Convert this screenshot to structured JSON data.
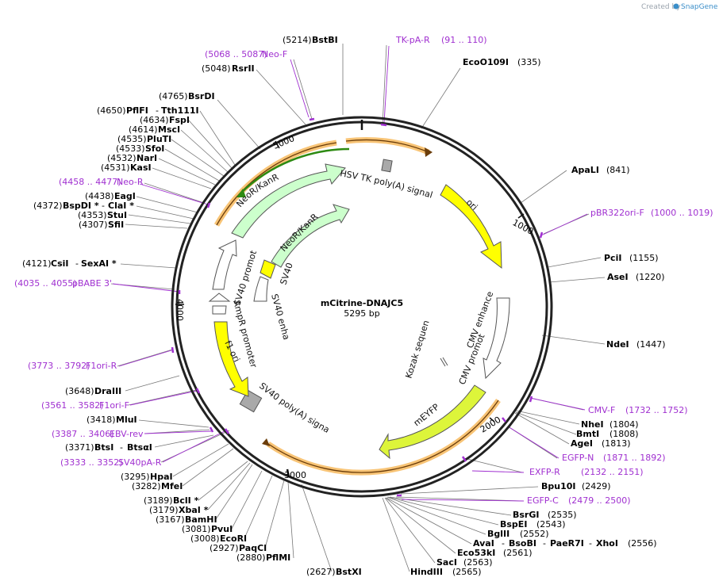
{
  "watermark": {
    "prefix": "Created by",
    "brand": "SnapGene"
  },
  "plasmid": {
    "name": "mCitrine-DNAJC5",
    "size": "5295 bp"
  },
  "ticks": [
    "1000",
    "2000",
    "3000",
    "4000",
    "5000"
  ],
  "features": [
    {
      "label": "HSV TK poly(A) signal"
    },
    {
      "label": "ori"
    },
    {
      "label": "CMV enhancer"
    },
    {
      "label": "CMV promoter"
    },
    {
      "label": "Kozak sequence"
    },
    {
      "label": "mEYFP"
    },
    {
      "label": "SV40 poly(A) signal"
    },
    {
      "label": "f1 ori"
    },
    {
      "label": "AmpR promoter"
    },
    {
      "label": "SV40 enhancer"
    },
    {
      "label": "SV40 ori"
    },
    {
      "label": "SV40 promoter"
    },
    {
      "label": "NeoR/KanR"
    },
    {
      "label": "NeoR/KanR"
    }
  ],
  "sites": {
    "bstbi": {
      "pos": "(5214)",
      "name": "BstBI"
    },
    "neof": {
      "pos": "(5068 .. 5087)",
      "name": "Neo-F"
    },
    "rsrii": {
      "pos": "(5048)",
      "name": "RsrII"
    },
    "tkpa": {
      "name": "TK-pA-R",
      "pos": "(91 .. 110)"
    },
    "eco0109": {
      "name": "EcoO109I",
      "pos": "(335)"
    },
    "bsrdi": {
      "pos": "(4765)",
      "name": "BsrDI"
    },
    "pflfi": {
      "pos": "(4650)",
      "name": "PflFI",
      "name2": "Tth111I"
    },
    "fspi": {
      "pos": "(4634)",
      "name": "FspI"
    },
    "msci": {
      "pos": "(4614)",
      "name": "MscI"
    },
    "pluti": {
      "pos": "(4535)",
      "name": "PluTI"
    },
    "sfoi": {
      "pos": "(4533)",
      "name": "SfoI"
    },
    "nari": {
      "pos": "(4532)",
      "name": "NarI"
    },
    "kasi": {
      "pos": "(4531)",
      "name": "KasI"
    },
    "neor": {
      "pos": "(4458 .. 4477)",
      "name": "Neo-R"
    },
    "eagi": {
      "pos": "(4438)",
      "name": "EagI"
    },
    "bspdi": {
      "pos": "(4372)",
      "name": "BspDI *",
      "name2": "ClaI *"
    },
    "stui": {
      "pos": "(4353)",
      "name": "StuI"
    },
    "sfii": {
      "pos": "(4307)",
      "name": "SfiI"
    },
    "apali": {
      "name": "ApaLI",
      "pos": "(841)"
    },
    "pbr322": {
      "name": "pBR322ori-F",
      "pos": "(1000 .. 1019)"
    },
    "csii": {
      "pos": "(4121)",
      "name": "CsiI",
      "name2": "SexAI *"
    },
    "pbabe": {
      "pos": "(4035 .. 4055)",
      "name": "pBABE 3'"
    },
    "pcii": {
      "name": "PciI",
      "pos": "(1155)"
    },
    "asei": {
      "name": "AseI",
      "pos": "(1220)"
    },
    "ndei": {
      "name": "NdeI",
      "pos": "(1447)"
    },
    "f1orir": {
      "pos": "(3773 .. 3792)",
      "name": "F1ori-R"
    },
    "draiii": {
      "pos": "(3648)",
      "name": "DraIII"
    },
    "f1orif": {
      "pos": "(3561 .. 3582)",
      "name": "F1ori-F"
    },
    "mlui": {
      "pos": "(3418)",
      "name": "MluI"
    },
    "ebvrev": {
      "pos": "(3387 .. 3406)",
      "name": "EBV-rev"
    },
    "btsi": {
      "pos": "(3371)",
      "name": "BtsI",
      "name2": "BtsαI"
    },
    "sv40par": {
      "pos": "(3333 .. 3352)",
      "name": "SV40pA-R"
    },
    "hpai": {
      "pos": "(3295)",
      "name": "HpaI"
    },
    "mfei": {
      "pos": "(3282)",
      "name": "MfeI"
    },
    "bcli": {
      "pos": "(3189)",
      "name": "BclI *"
    },
    "xbai": {
      "pos": "(3179)",
      "name": "XbaI *"
    },
    "bamhi": {
      "pos": "(3167)",
      "name": "BamHI"
    },
    "pvui": {
      "pos": "(3081)",
      "name": "PvuI"
    },
    "ecori": {
      "pos": "(3008)",
      "name": "EcoRI"
    },
    "paqci": {
      "pos": "(2927)",
      "name": "PaqCI"
    },
    "pflmi": {
      "pos": "(2880)",
      "name": "PflMI"
    },
    "bstxi": {
      "pos": "(2627)",
      "name": "BstXI"
    },
    "cmvf": {
      "name": "CMV-F",
      "pos": "(1732 .. 1752)"
    },
    "nhei": {
      "name": "NheI",
      "pos": "(1804)"
    },
    "bmti": {
      "name": "BmtI",
      "pos": "(1808)"
    },
    "agei": {
      "name": "AgeI",
      "pos": "(1813)"
    },
    "egfpn": {
      "name": "EGFP-N",
      "pos": "(1871 .. 1892)"
    },
    "exfpr": {
      "name": "EXFP-R",
      "pos": "(2132 .. 2151)"
    },
    "bpu10i": {
      "name": "Bpu10I",
      "pos": "(2429)"
    },
    "egfpc": {
      "name": "EGFP-C",
      "pos": "(2479 .. 2500)"
    },
    "bsrgi": {
      "name": "BsrGI",
      "pos": "(2535)"
    },
    "bspei": {
      "name": "BspEI",
      "pos": "(2543)"
    },
    "bglii": {
      "name": "BglII",
      "pos": "(2552)"
    },
    "avai": {
      "name": "AvaI",
      "name2": "BsoBI",
      "name3": "PaeR7I",
      "name4": "XhoI",
      "pos": "(2556)"
    },
    "eco53ki": {
      "name": "Eco53kI",
      "pos": "(2561)"
    },
    "saci": {
      "name": "SacI",
      "pos": "(2563)"
    },
    "hindiii": {
      "name": "HindIII",
      "pos": "(2565)"
    }
  },
  "colors": {
    "primer": "#a030d0",
    "yellow": "#ffff00",
    "green": "#ccffcc",
    "orange": "#f6b048",
    "backbone": "#222222"
  }
}
